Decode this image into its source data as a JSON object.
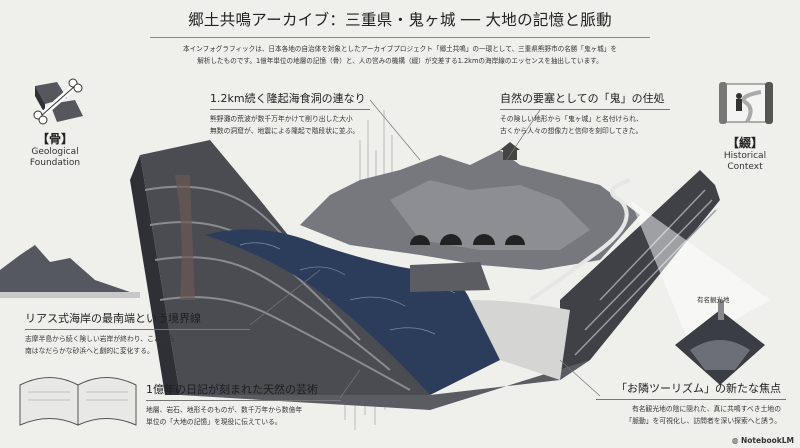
{
  "header": {
    "title": "郷土共鳴アーカイブ：三重県・鬼ヶ城 ── 大地の記憶と脈動",
    "subtitle_line1": "本インフォグラフィックは、日本各地の自治体を対象としたアーカイブプロジェクト「郷土共鳴」の一環として、三重県熊野市の名勝「鬼ヶ城」を",
    "subtitle_line2": "解析したものです。1億年単位の地層の記憶（骨）と、人の営みの機構（綴）が交差する1.2kmの海岸線のエッセンスを抽出しています。"
  },
  "pillars": {
    "left": {
      "icon": "bone-strata-icon",
      "bracket": "【骨】",
      "line1": "Geological",
      "line2": "Foundation"
    },
    "right": {
      "icon": "scroll-path-icon",
      "bracket": "【綴】",
      "line1": "Historical",
      "line2": "Context"
    }
  },
  "callouts": {
    "caves": {
      "heading": "1.2km続く隆起海食洞の連なり",
      "line1": "熊野灘の荒波が数千万年かけて削り出した大小",
      "line2": "無数の洞窟が、地震による隆起で階段状に並ぶ。"
    },
    "oni": {
      "heading": "自然の要塞としての「鬼」の住処",
      "line1": "その険しい地形から「鬼ヶ城」と名付けられ、",
      "line2": "古くから人々の想像力と信仰を刻印してきた。"
    },
    "rias": {
      "heading": "リアス式海岸の最南端という境界線",
      "line1": "志摩半島から続く険しい岩岸が終わり、ここから",
      "line2": "南はなだらかな砂浜へと劇的に変化する。"
    },
    "diary": {
      "heading": "1億年の日記が刻まれた天然の芸術",
      "line1": "地層、岩石、地形そのものが、数千万年から数億年",
      "line2": "単位の「大地の記憶」を現役に伝えている。"
    },
    "tourism": {
      "heading": "「お隣ツーリズム」の新たな焦点",
      "line1": "有名観光地の陰に隠れた、真に共鳴すべき土地の",
      "line2": "「脈動」を可視化し、訪問者を深い探索へと誘う。"
    }
  },
  "scene": {
    "spot_label": "有名観光地"
  },
  "brand": "NotebookLM",
  "colors": {
    "background": "#efefec",
    "sea": "#2c3d5c",
    "rock": "#6d6f74",
    "strata_dark": "#3c3e44"
  }
}
